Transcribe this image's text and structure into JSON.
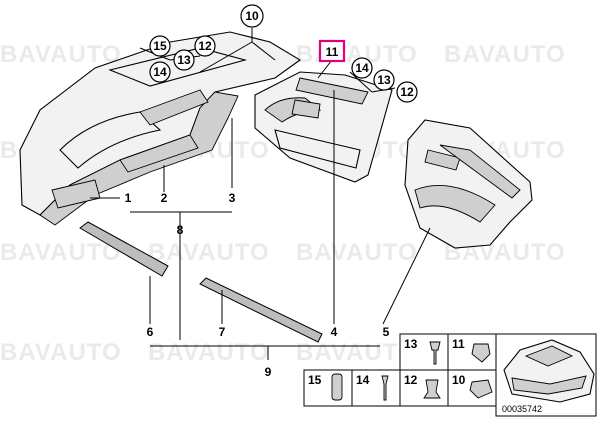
{
  "watermark": "BAVAUTO",
  "drawing_ref": "00035742",
  "callouts": {
    "c1": "1",
    "c2": "2",
    "c3": "3",
    "c4": "4",
    "c5": "5",
    "c6": "6",
    "c7": "7",
    "c8": "8",
    "c9": "9",
    "c10": "10",
    "c11": "11",
    "c12a": "12",
    "c12b": "12",
    "c13": "13",
    "c14a": "14",
    "c14b": "14",
    "c15": "15"
  },
  "inset": {
    "i13": "13",
    "i11": "11",
    "i15": "15",
    "i14": "14",
    "i12": "12",
    "i10": "10"
  },
  "colors": {
    "highlight": "#e4007c",
    "watermark": "#d9d9d9"
  }
}
